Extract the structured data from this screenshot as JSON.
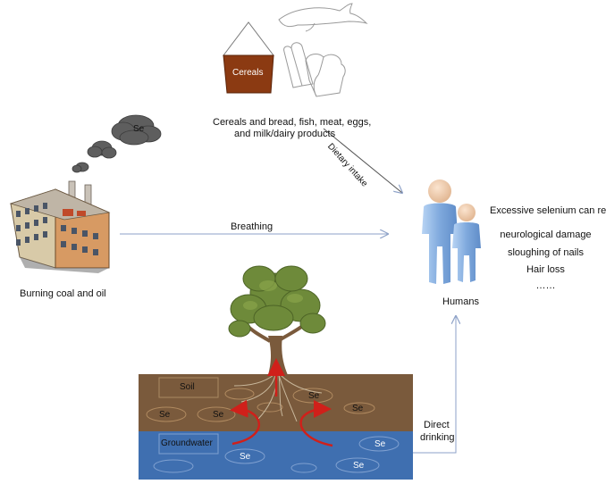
{
  "labels": {
    "cereals_box": "Cereals",
    "foods_line1": "Cereals and bread, fish, meat, eggs,",
    "foods_line2": "and milk/dairy products",
    "dietary_intake": "Dietary intake",
    "breathing": "Breathing",
    "burning": "Burning coal and oil",
    "humans": "Humans",
    "smoke_se": "Se",
    "soil": "Soil",
    "groundwater": "Groundwater",
    "direct_line1": "Direct",
    "direct_line2": "drinking"
  },
  "effects": {
    "title": "Excessive selenium can result:",
    "items": [
      "neurological damage",
      "sloughing of nails",
      "Hair loss",
      "……"
    ]
  },
  "soil_se_labels": [
    "Se",
    "Se",
    "Se",
    "Se"
  ],
  "water_se_labels": [
    "Se",
    "Se",
    "Se"
  ],
  "colors": {
    "soil": "#7a5a3c",
    "water": "#3f6fb0",
    "cereal_box": "#8b3a12",
    "arrow_red": "#d0201a",
    "arrow_blue": "#8ea2c8",
    "human": "#8fb6e6",
    "tree_leaf": "#6e8a3a"
  }
}
